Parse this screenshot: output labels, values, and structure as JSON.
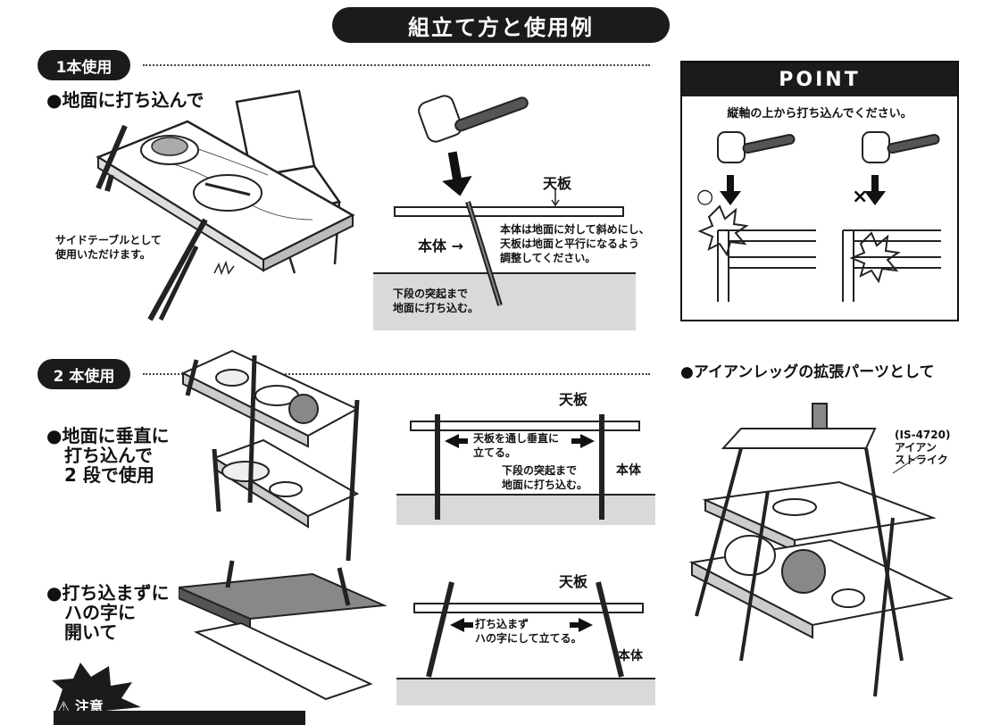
{
  "title": "組立て方と使用例",
  "section1": {
    "pill": "1本使用",
    "heading": "●地面に打ち込んで",
    "side_note_1": "サイドテーブルとして",
    "side_note_2": "使用いただけます。",
    "label_tenban": "天板",
    "label_hontai": "本体 →",
    "note_1": "本体は地面に対して斜めにし、",
    "note_2": "天板は地面と平行になるよう",
    "note_3": "調整してください。",
    "ground_1": "下段の突起まで",
    "ground_2": "地面に打ち込む。"
  },
  "point": {
    "header": "POINT",
    "text": "縦軸の上から打ち込んでください。",
    "ok_mark": "○",
    "ng_mark": "×"
  },
  "section2": {
    "pill": "2 本使用",
    "heading_1a": "●地面に垂直に",
    "heading_1b": "打ち込んで",
    "heading_1c": "2 段で使用",
    "label_tenban_a": "天板",
    "arrow_text_1": "天板を通し垂直に",
    "arrow_text_2": "立てる。",
    "ground_1": "下段の突起まで",
    "ground_2": "地面に打ち込む。",
    "label_hontai_a": "本体",
    "heading_2a": "●打ち込まずに",
    "heading_2b": "ハの字に",
    "heading_2c": "開いて",
    "label_tenban_b": "天板",
    "arrow_text_3": "打ち込まず",
    "arrow_text_4": "ハの字にして立てる。",
    "label_hontai_b": "本体"
  },
  "section3": {
    "heading": "●アイアンレッグの拡張パーツとして",
    "label_1": "(IS-4720)",
    "label_2": "アイアン",
    "label_3": "ストライク"
  },
  "warning": {
    "title": "注意"
  }
}
